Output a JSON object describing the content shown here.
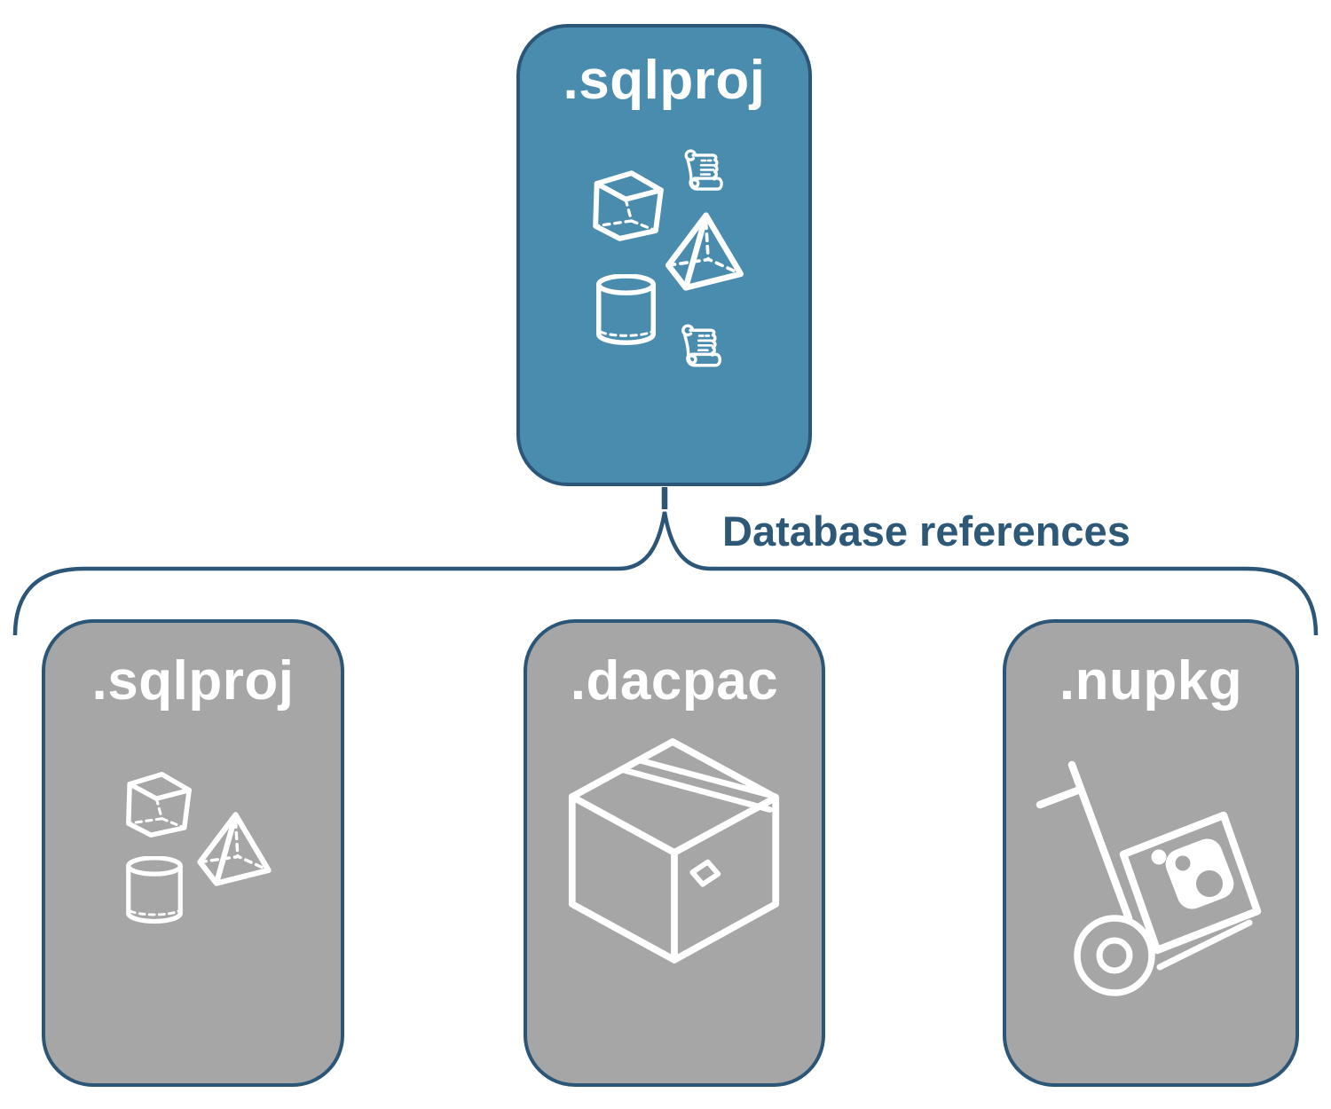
{
  "root": {
    "label": ".sqlproj"
  },
  "connector": {
    "label": "Database references"
  },
  "children": [
    {
      "label": ".sqlproj"
    },
    {
      "label": ".dacpac"
    },
    {
      "label": ".nupkg"
    }
  ],
  "colors": {
    "root_fill": "#4a8cad",
    "child_fill": "#a6a6a6",
    "outline": "#2c5677",
    "label_text": "#2d5877",
    "icon": "#ffffff",
    "background": "#ffffff"
  }
}
